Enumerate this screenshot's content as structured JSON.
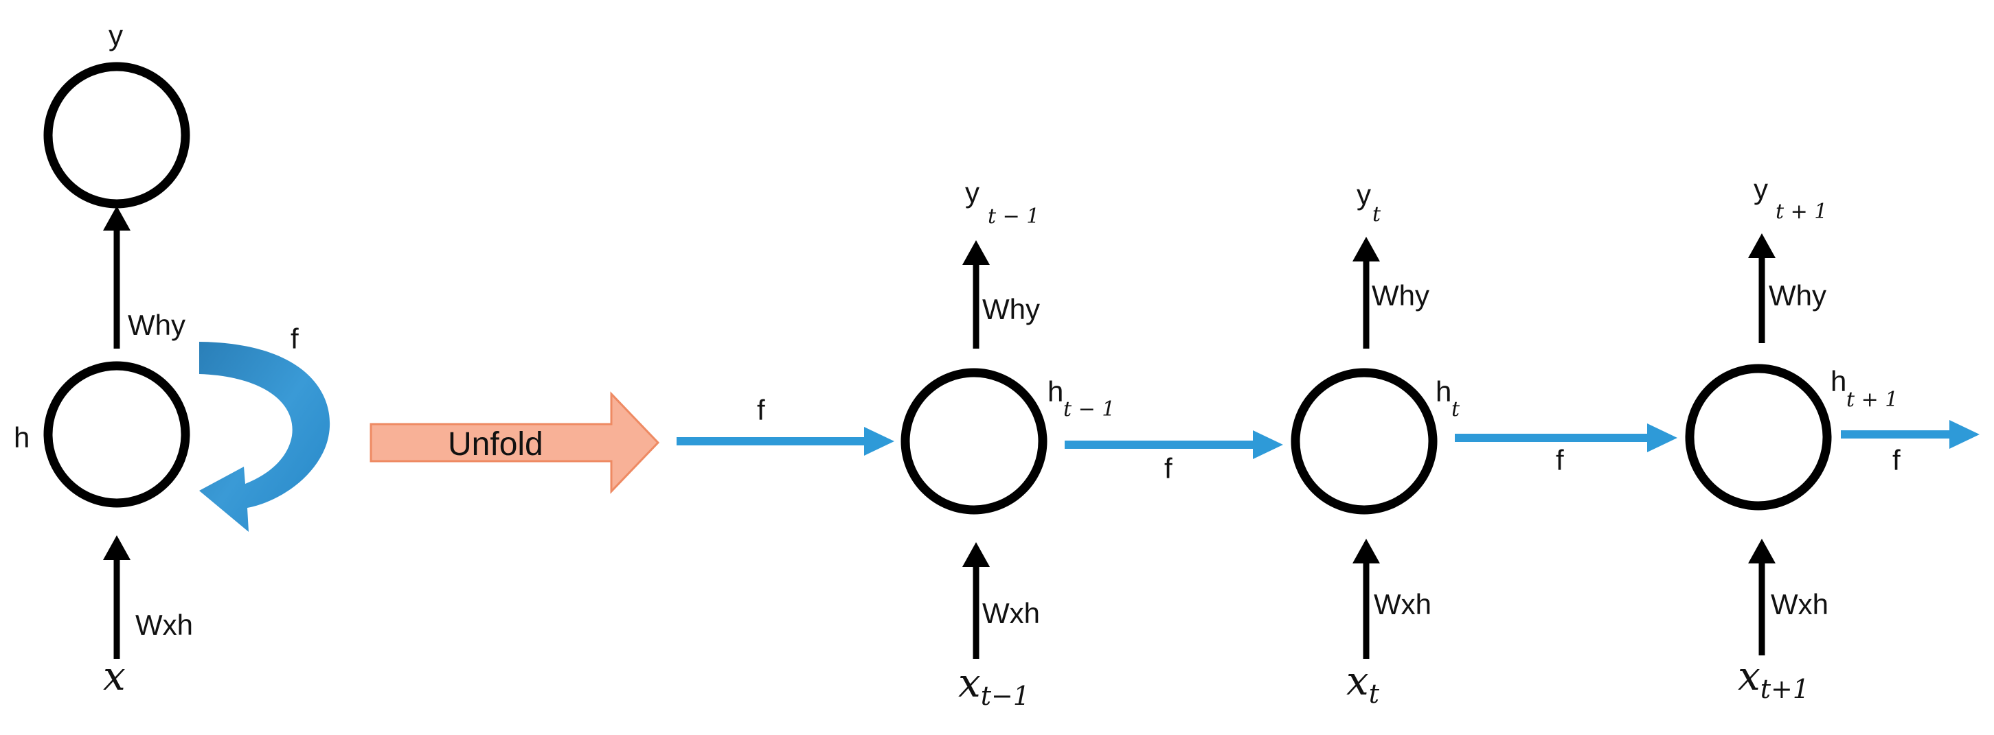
{
  "folded": {
    "output_label": "y",
    "hidden_label": "h",
    "input_label": "x",
    "w_out": "Why",
    "w_in": "Wxh",
    "loop_label": "f"
  },
  "unfold": {
    "label": "Unfold"
  },
  "unrolled": {
    "incoming_label": "f",
    "steps": [
      {
        "y": "y",
        "y_sub": "t − 1",
        "h": "h",
        "h_sub": "t − 1",
        "x": "x",
        "x_sub": "t−1",
        "w_out": "Why",
        "w_in": "Wxh",
        "f_label": "f"
      },
      {
        "y": "y",
        "y_sub": "t",
        "h": "h",
        "h_sub": "t",
        "x": "x",
        "x_sub": "t",
        "w_out": "Why",
        "w_in": "Wxh",
        "f_label": "f"
      },
      {
        "y": "y",
        "y_sub": "t + 1",
        "h": "h",
        "h_sub": "t + 1",
        "x": "x",
        "x_sub": "t+1",
        "w_out": "Why",
        "w_in": "Wxh",
        "f_label": "f"
      }
    ]
  },
  "colors": {
    "flow_arrow": "#2e9ad8",
    "unfold_fill": "#f8b197",
    "unfold_stroke": "#ee8a63",
    "node_stroke": "#000000"
  }
}
